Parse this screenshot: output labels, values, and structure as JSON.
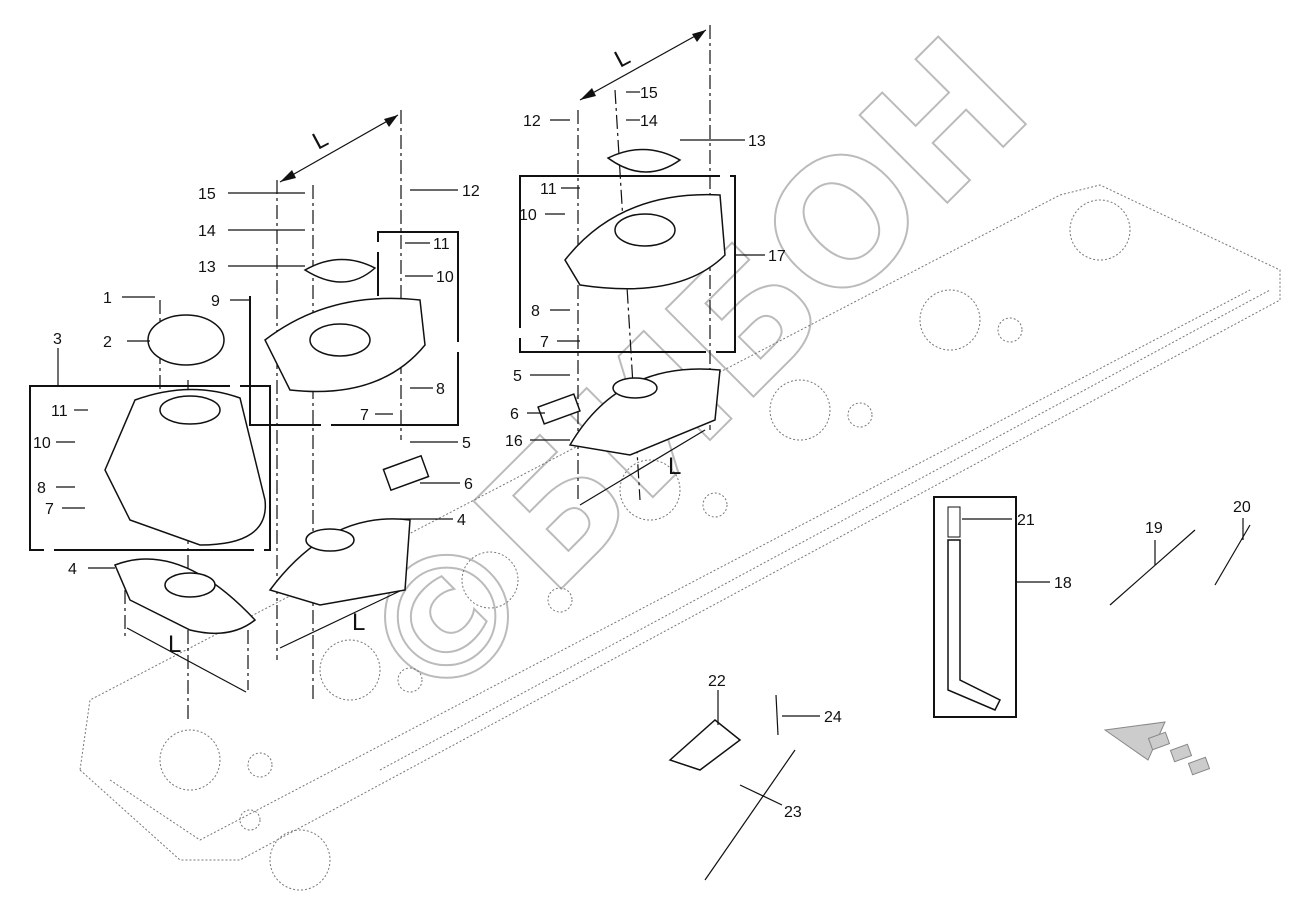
{
  "callouts": [
    "15",
    "14",
    "13",
    "1",
    "2",
    "3",
    "9",
    "11",
    "10",
    "12",
    "8",
    "7",
    "5",
    "6",
    "4",
    "11",
    "10",
    "8",
    "7",
    "4",
    "15",
    "14",
    "13",
    "12",
    "11",
    "10",
    "17",
    "8",
    "7",
    "5",
    "6",
    "16",
    "18",
    "21",
    "19",
    "20",
    "22",
    "24",
    "23"
  ],
  "dimension_label": "L",
  "watermark": "©БИБОН"
}
